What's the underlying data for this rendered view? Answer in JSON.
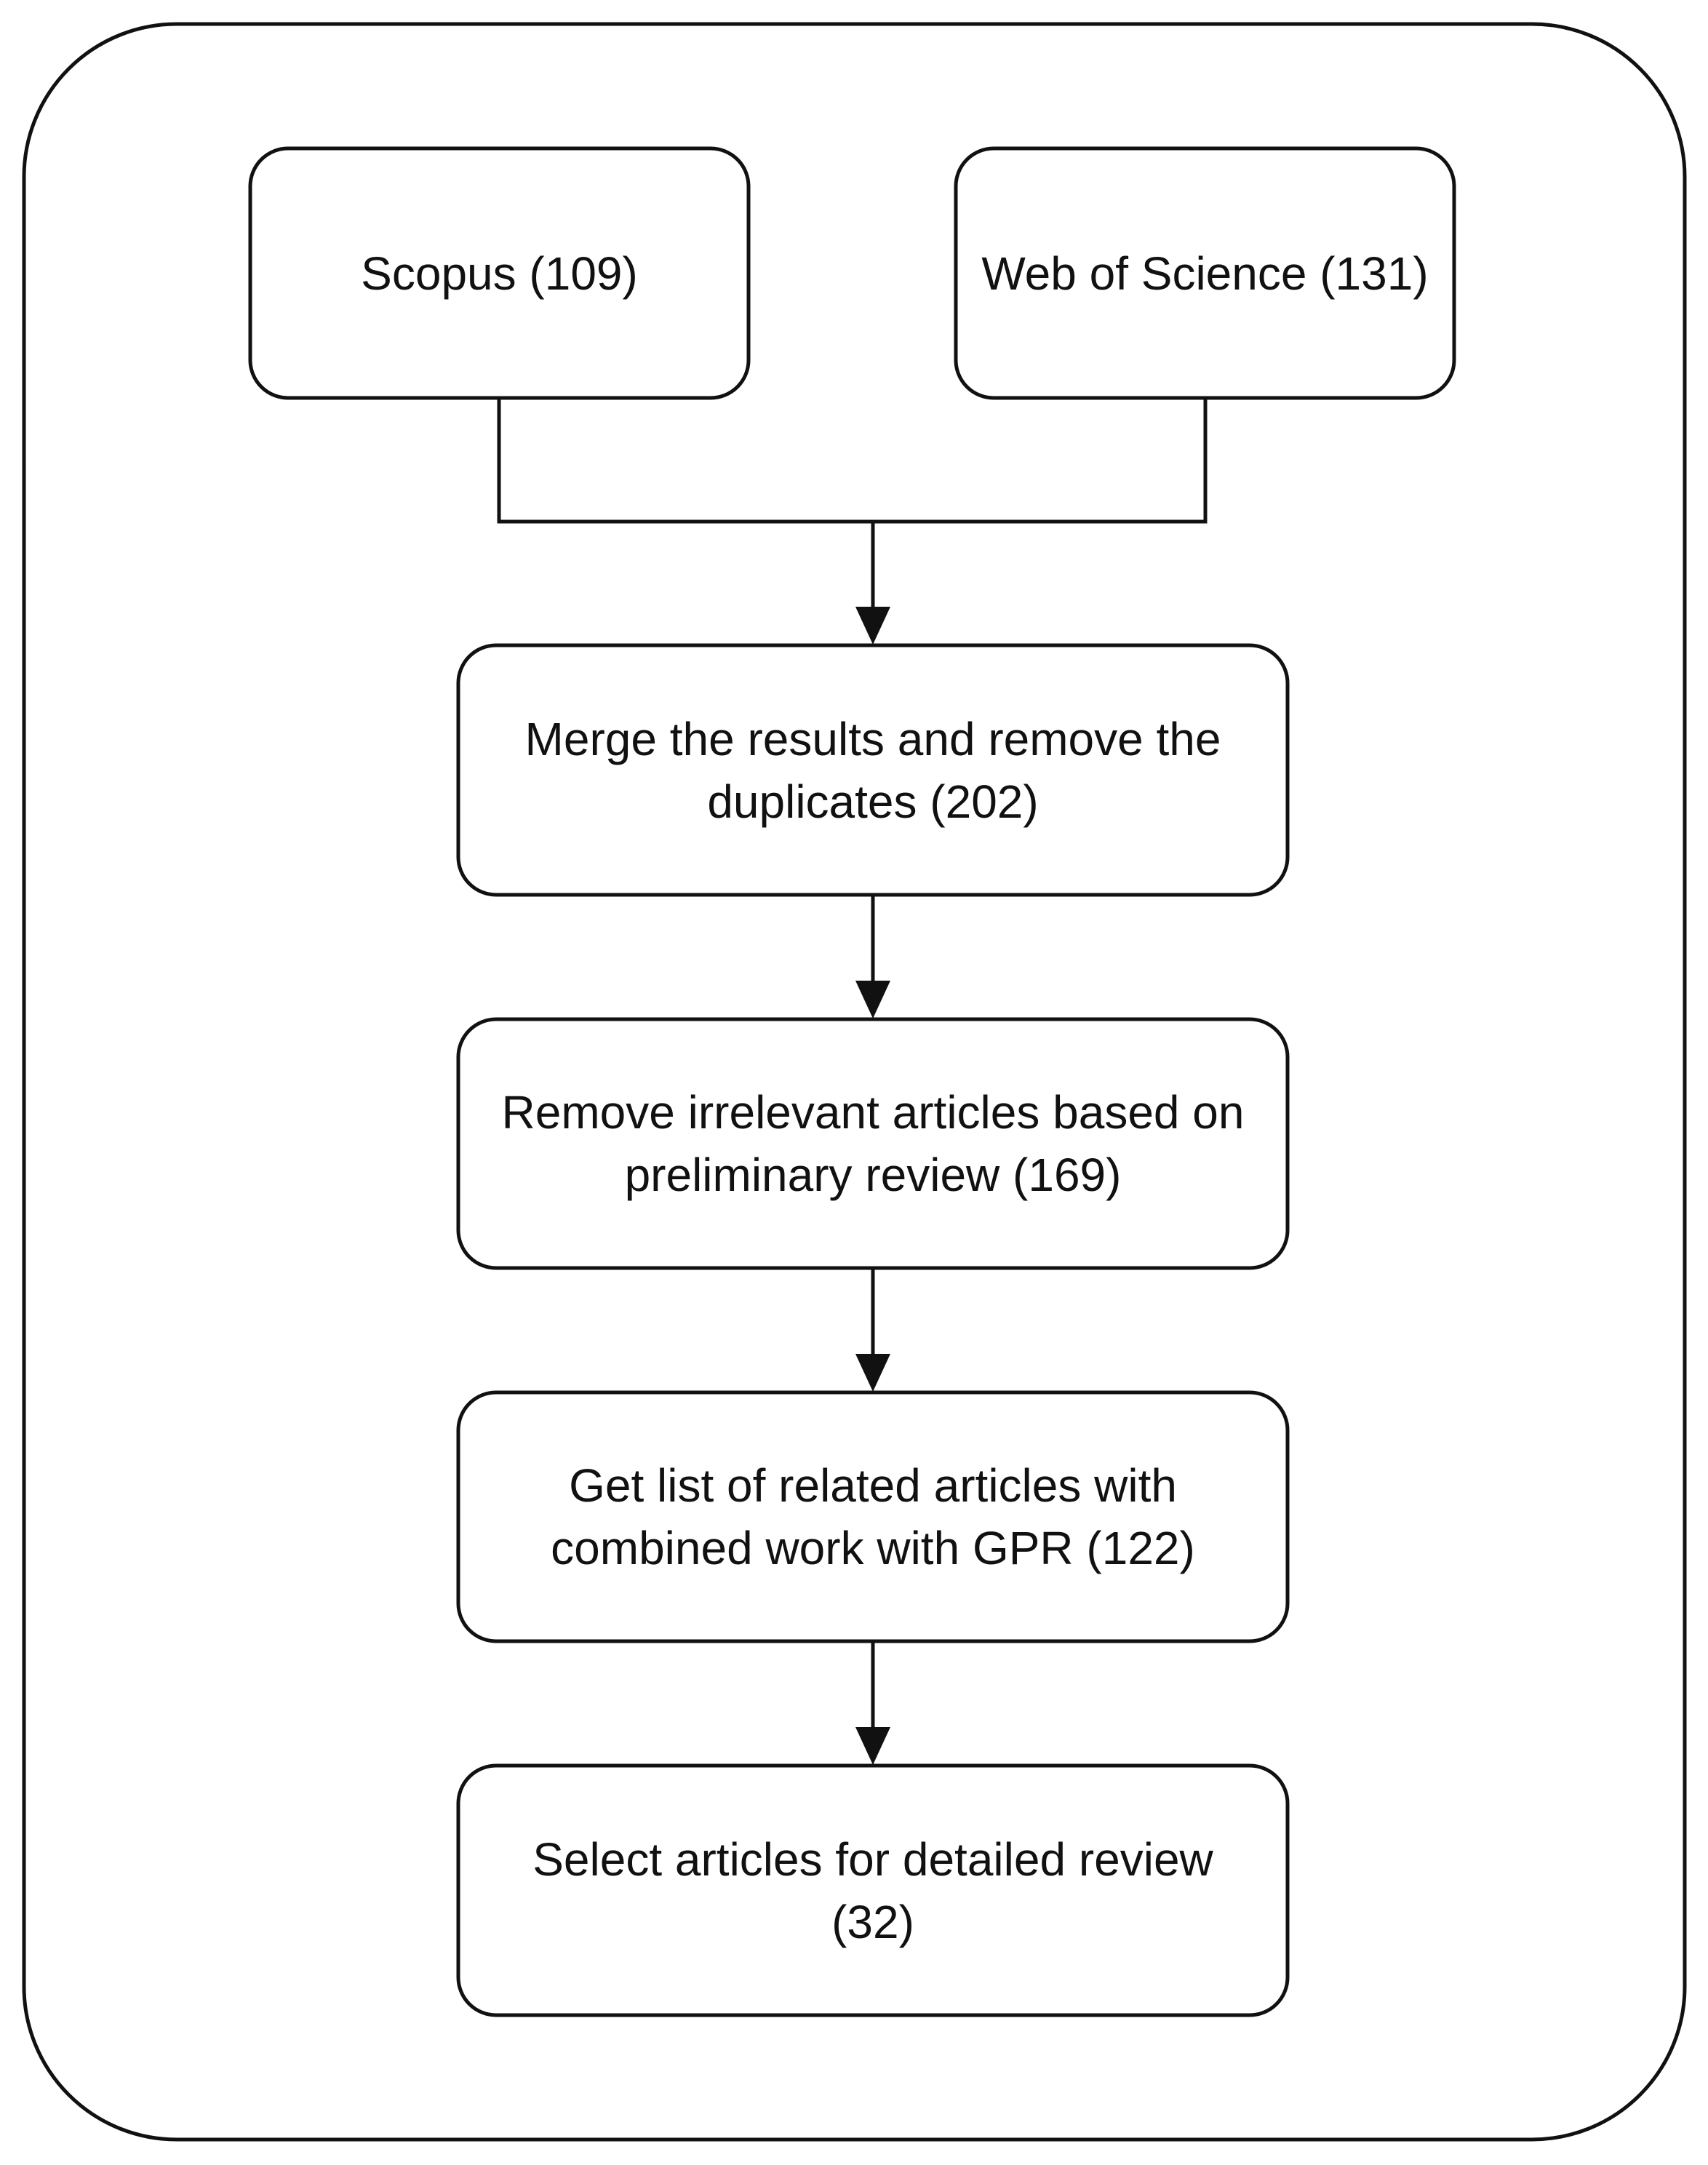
{
  "nodes": {
    "scopus": "Scopus (109)",
    "wos": "Web of Science (131)",
    "merge": "Merge the results and remove the\nduplicates (202)",
    "remove": "Remove irrelevant articles based on\npreliminary review (169)",
    "related": "Get list of related articles with\ncombined work with GPR (122)",
    "select": "Select articles for detailed review\n(32)"
  },
  "colors": {
    "stroke": "#111111",
    "fill": "#ffffff",
    "text": "#111111"
  }
}
